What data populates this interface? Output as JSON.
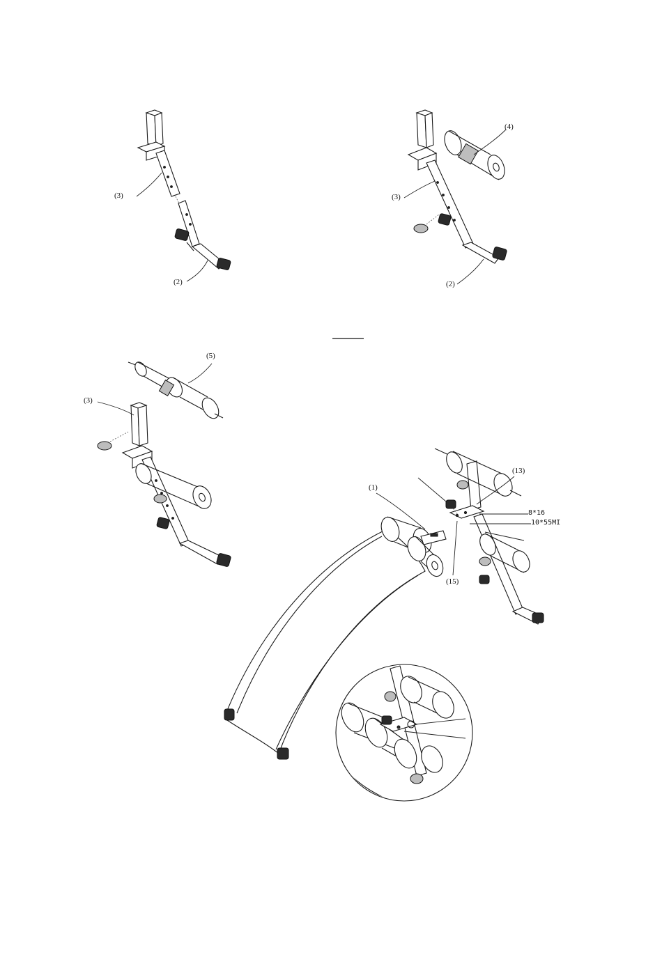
{
  "callouts": {
    "step1_part3": "(3)",
    "step1_part2": "(2)",
    "step2_part4": "(4)",
    "step2_part3": "(3)",
    "step2_part2": "(2)",
    "step3_part5": "(5)",
    "step3_part3": "(3)",
    "step4_part1": "(1)",
    "step4_part13": "(13)",
    "step4_bolt_8x16": "8*16",
    "step4_bolt_10x55": "10*55MI",
    "step4_part15": "(15)"
  }
}
